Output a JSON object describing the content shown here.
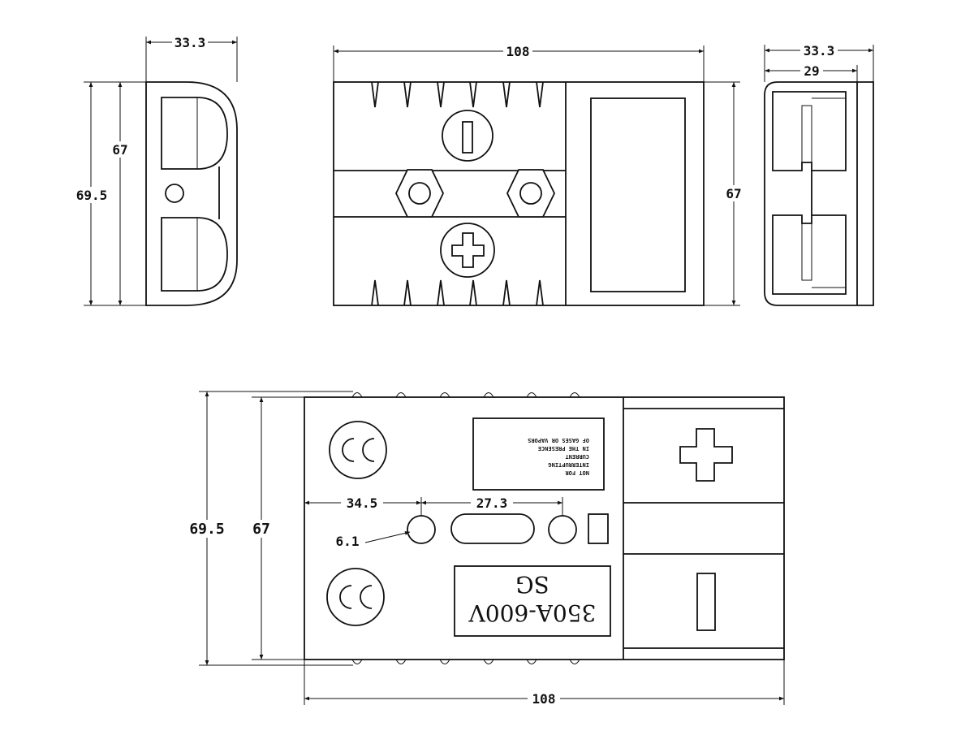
{
  "views": {
    "top_left": {
      "width_dim": "33.3",
      "inner_height_dim": "67",
      "outer_height_dim": "69.5"
    },
    "top_middle": {
      "width_dim": "108",
      "height_dim": "67"
    },
    "top_right": {
      "outer_width_dim": "33.3",
      "inner_width_dim": "29"
    },
    "bottom": {
      "outer_height_dim": "69.5",
      "inner_height_dim": "67",
      "hole_offset_dim": "34.5",
      "hole_spacing_dim": "27.3",
      "hole_diameter_dim": "6.1",
      "width_dim": "108",
      "model_line1": "350A-600V",
      "model_line2": "SG",
      "label_lines": [
        "NOT FOR",
        "INTERRUPTING",
        "CURRENT",
        "IN THE PRESENCE",
        "OF GASES OR VAPORS"
      ]
    }
  },
  "symbols": {
    "plus": "plus-sign",
    "minus": "minus-sign"
  }
}
